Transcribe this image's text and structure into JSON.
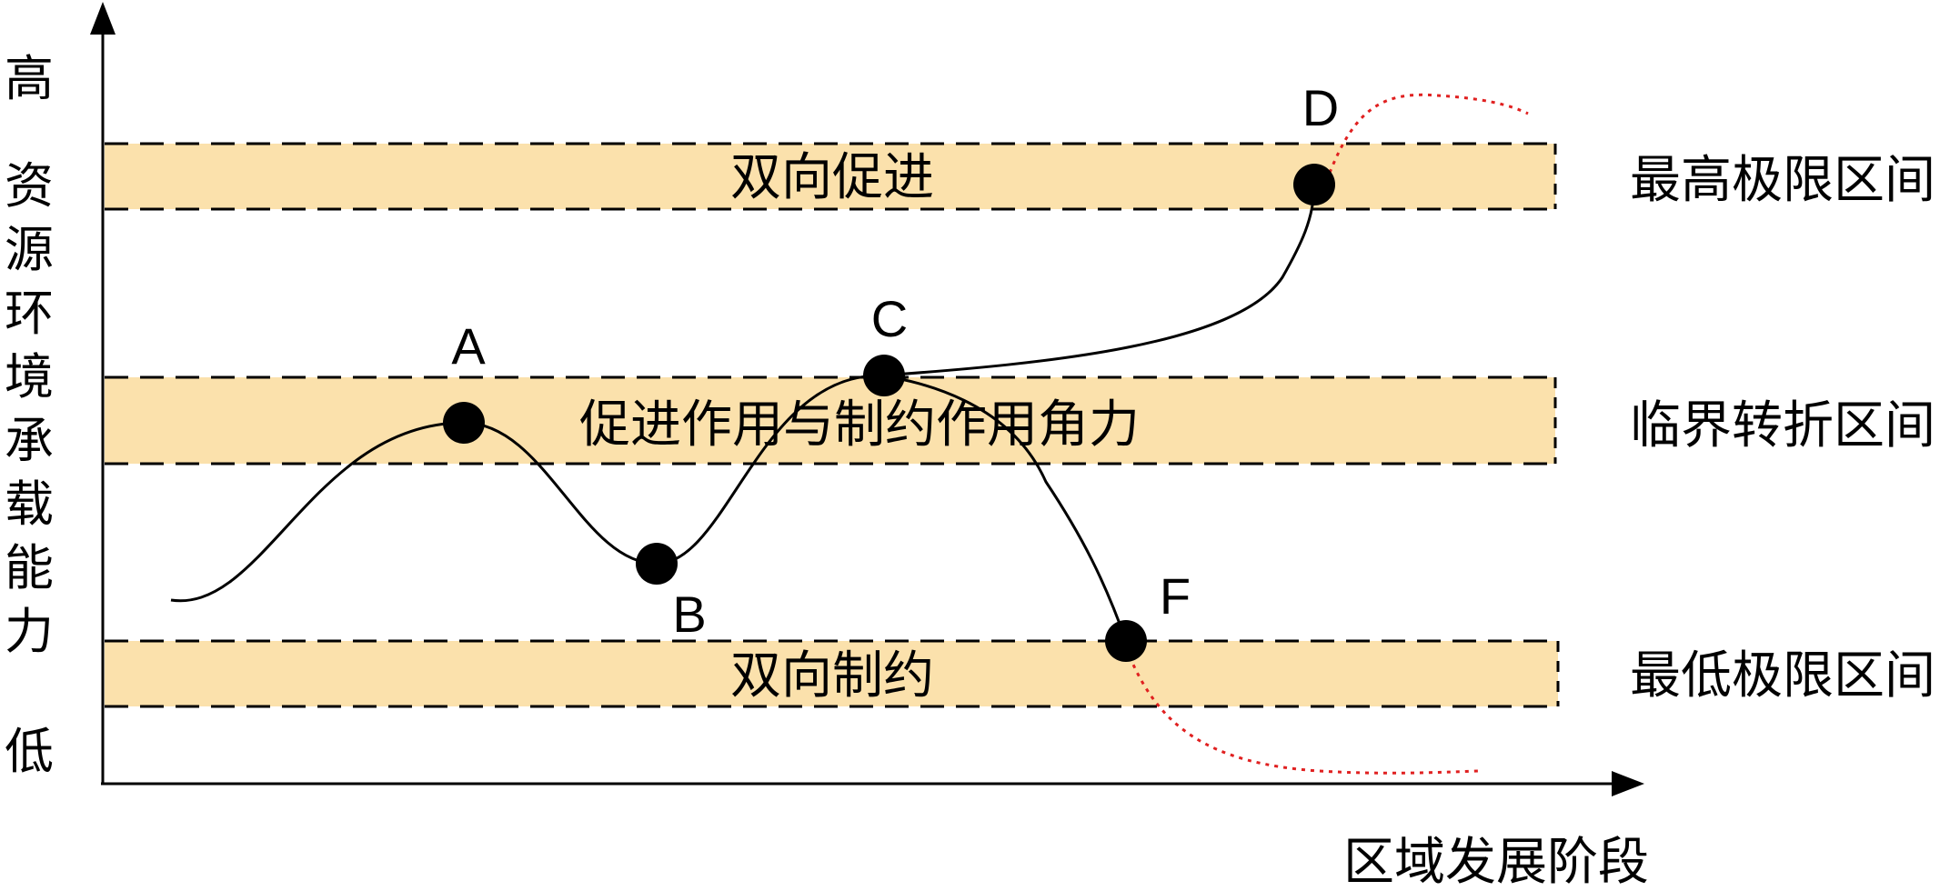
{
  "y_axis": {
    "high_label": "高",
    "title_chars": [
      "资",
      "源",
      "环",
      "境",
      "承",
      "载",
      "能",
      "力"
    ],
    "low_label": "低"
  },
  "x_axis": {
    "title": "区域发展阶段"
  },
  "bands": [
    {
      "id": "top",
      "inner_label": "双向促进",
      "side_label": "最高极限区间"
    },
    {
      "id": "middle",
      "inner_label": "促进作用与制约作用角力",
      "side_label": "临界转折区间"
    },
    {
      "id": "bottom",
      "inner_label": "双向制约",
      "side_label": "最低极限区间"
    }
  ],
  "points": [
    "A",
    "B",
    "C",
    "D",
    "F"
  ],
  "colors": {
    "band_fill": "#fbe1ac",
    "curve": "#000000",
    "projection": "#e02020",
    "axis": "#000000"
  }
}
